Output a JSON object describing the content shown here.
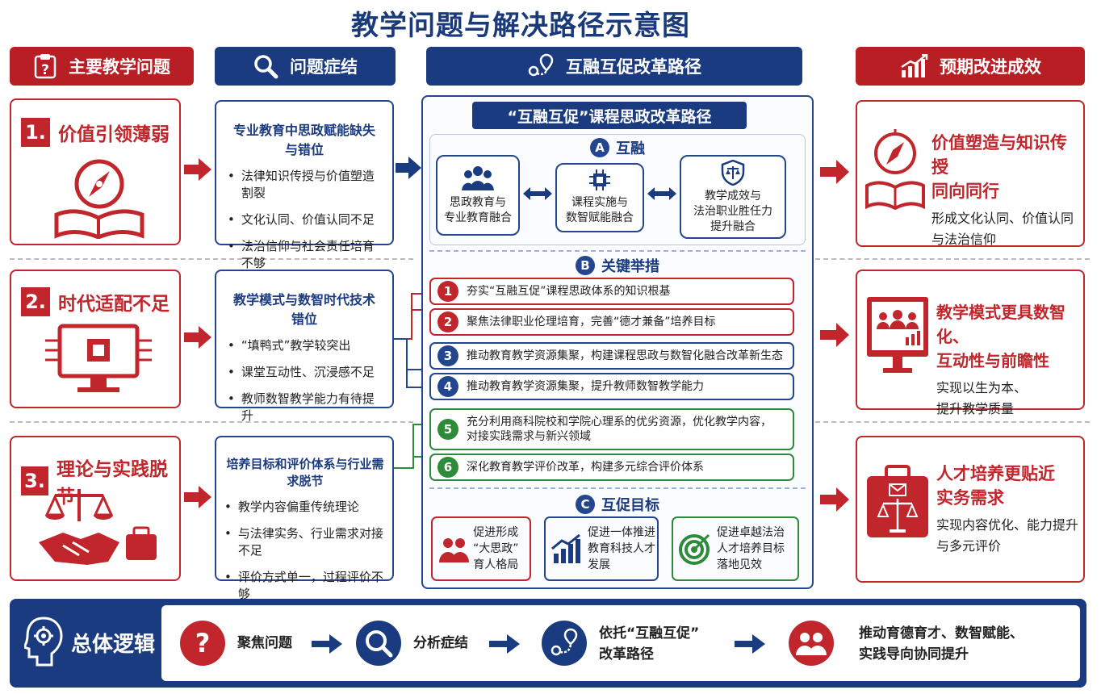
{
  "title": "教学问题与解决路径示意图",
  "headers": {
    "problems": "主要教学问题",
    "symptoms": "问题症结",
    "path": "互融互促改革路径",
    "outcomes": "预期改进成效"
  },
  "problems": [
    {
      "num": "1.",
      "label": "价值引领薄弱",
      "icon": "compass-book-icon"
    },
    {
      "num": "2.",
      "label": "时代适配不足",
      "icon": "chip-monitor-icon"
    },
    {
      "num": "3.",
      "label": "理论与实践脱节",
      "icon": "scales-handshake-icon"
    }
  ],
  "symptoms": [
    {
      "title": "专业教育中思政赋能缺失与错位",
      "items": [
        "法律知识传授与价值塑造割裂",
        "文化认同、价值认同不足",
        "法治信仰与社会责任培育不够"
      ]
    },
    {
      "title": "教学模式与数智时代技术错位",
      "items": [
        "“填鸭式”教学较突出",
        "课堂互动性、沉浸感不足",
        "教师数智教学能力有待提升"
      ]
    },
    {
      "title": "培养目标和评价体系与行业需求脱节",
      "items": [
        "教学内容偏重传统理论",
        "与法律实务、行业需求对接不足",
        "评价方式单一，过程评价不够"
      ]
    }
  ],
  "path": {
    "banner": "“互融互促”课程思政改革路径",
    "sectionA": {
      "letter": "A",
      "label": "互融",
      "boxes": [
        "思政教育与\n专业教育融合",
        "课程实施与\n数智赋能融合",
        "教学成效与\n法治职业胜任力\n提升融合"
      ]
    },
    "sectionB": {
      "letter": "B",
      "label": "关键举措",
      "steps": [
        {
          "n": "1",
          "text": "夯实“互融互促”课程思政体系的知识根基",
          "color": "#c0262b"
        },
        {
          "n": "2",
          "text": "聚焦法律职业伦理培育，完善“德才兼备”培养目标",
          "color": "#c0262b"
        },
        {
          "n": "3",
          "text": "推动教育教学资源集聚，构建课程思政与数智化融合改革新生态",
          "color": "#23468e"
        },
        {
          "n": "4",
          "text": "推动教育教学资源集聚，提升教师数智教学能力",
          "color": "#23468e"
        },
        {
          "n": "5",
          "text": "充分利用商科院校和学院心理系的优劣资源，优化教学内容，\n对接实践需求与新兴领域",
          "color": "#2e8b3a"
        },
        {
          "n": "6",
          "text": "深化教育教学评价改革，构建多元综合评价体系",
          "color": "#2e8b3a"
        }
      ]
    },
    "sectionC": {
      "letter": "C",
      "label": "互促目标",
      "boxes": [
        {
          "text": "促进形成\n“大思政”\n育人格局",
          "color": "#c0262b"
        },
        {
          "text": "促进一体推进\n教育科技人才\n发展",
          "color": "#23468e"
        },
        {
          "text": "促进卓越法治\n人才培养目标\n落地见效",
          "color": "#2e8b3a"
        }
      ]
    }
  },
  "outcomes": [
    {
      "title": "价值塑造与知识传授\n同向同行",
      "desc": "形成文化认同、价值认同\n与法治信仰",
      "icon": "compass-book-icon"
    },
    {
      "title": "教学模式更具数智化、\n互动性与前瞻性",
      "desc": "实现以生为本、\n提升教学质量",
      "icon": "monitor-people-icon"
    },
    {
      "title": "人才培养更贴近\n实务需求",
      "desc": "实现内容优化、能力提升\n与多元评价",
      "icon": "briefcase-scales-icon"
    }
  ],
  "logic": {
    "label": "总体逻辑",
    "steps": [
      "聚焦问题",
      "分析症结",
      "依托“互融互促”\n改革路径",
      "推动育德育才、数智赋能、\n实践导向协同提升"
    ]
  },
  "colors": {
    "red": "#c0262b",
    "blue": "#1b3b80",
    "green": "#2e8b3a"
  }
}
